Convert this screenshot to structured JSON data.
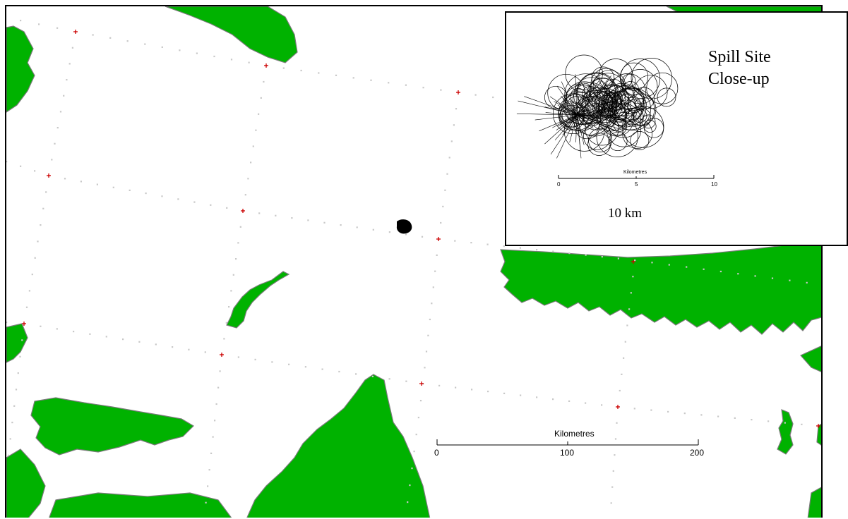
{
  "map": {
    "land_color": "#00b200",
    "water_color": "#ffffff",
    "grid_cross_color": "#d00000",
    "spill_marker_color": "#000000",
    "scale_bar": {
      "title": "Kilometres",
      "ticks": [
        "0",
        "100",
        "200"
      ]
    }
  },
  "inset": {
    "title_line1": "Spill Site",
    "title_line2": "Close-up",
    "scale_caption": "10 km",
    "scale_bar": {
      "title": "Kilometres",
      "ticks": [
        "0",
        "5",
        "10"
      ]
    }
  }
}
